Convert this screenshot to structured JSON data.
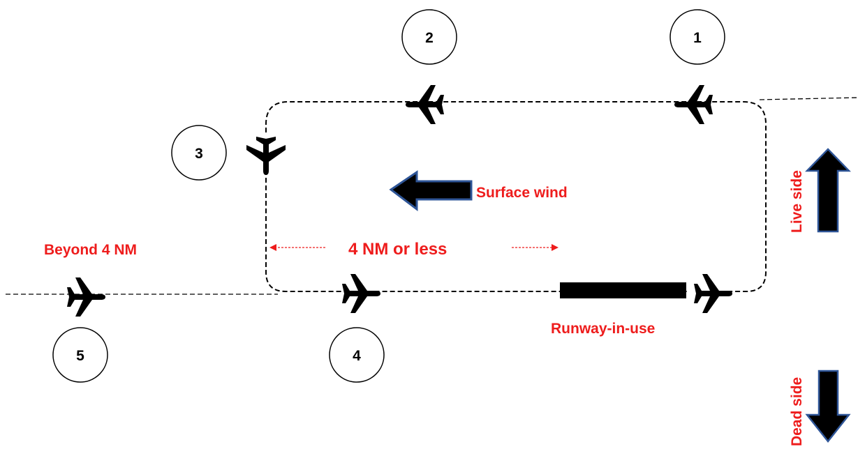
{
  "labels": {
    "surface_wind": "Surface wind",
    "beyond": "Beyond 4 NM",
    "distance": "4 NM or less",
    "runway": "Runway-in-use",
    "live_side": "Live side",
    "dead_side": "Dead side"
  },
  "positions": [
    "1",
    "2",
    "3",
    "4",
    "5"
  ],
  "colors": {
    "label_red": "#ee1c1c",
    "arrow_fill": "#000000",
    "arrow_outline": "#2e5597",
    "line": "#000000"
  },
  "icons": {
    "aircraft": "airplane-icon",
    "wind": "left-arrow-icon",
    "live": "up-arrow-icon",
    "dead": "down-arrow-icon"
  }
}
